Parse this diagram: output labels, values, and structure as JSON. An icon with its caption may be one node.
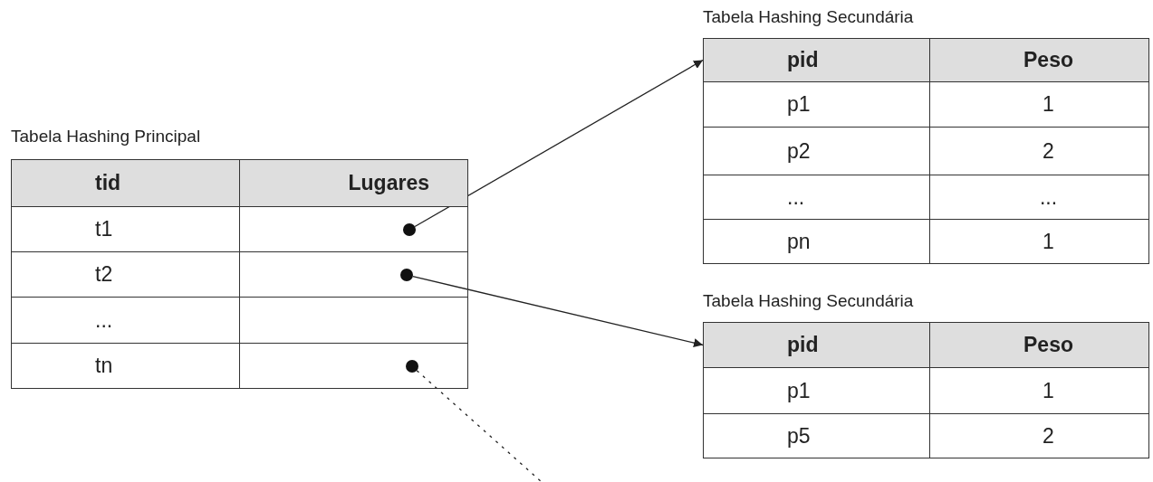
{
  "diagram": {
    "nodes": [
      {
        "text": [
          "Tabela Hashing Principal"
        ]
      },
      {
        "text": [],
        "shape": "circle",
        "in": 0
      },
      {
        "text": [],
        "shape": "circle",
        "in": 0
      },
      {
        "text": [],
        "shape": "circle",
        "in": 0
      },
      {
        "text": [
          "Tabela Hashing Secundária"
        ]
      },
      {
        "text": [
          "Tabela Hashing Secundária"
        ]
      }
    ],
    "edges": [
      {
        "from": 1,
        "to": 4,
        "arrow": "to"
      },
      {
        "from": 2,
        "to": 5,
        "arrow": "to"
      },
      {
        "from": 3,
        "to": null,
        "arrow": "none",
        "style": "dashed"
      }
    ],
    "labels": [
      "tid",
      "Lugares",
      "t1",
      "t2",
      "...",
      "tn",
      "pid",
      "Peso",
      "p1",
      "1",
      "p2",
      "2",
      "...",
      "...",
      "pn",
      "1",
      "pid",
      "Peso",
      "p1",
      "1",
      "p5",
      "2"
    ]
  }
}
